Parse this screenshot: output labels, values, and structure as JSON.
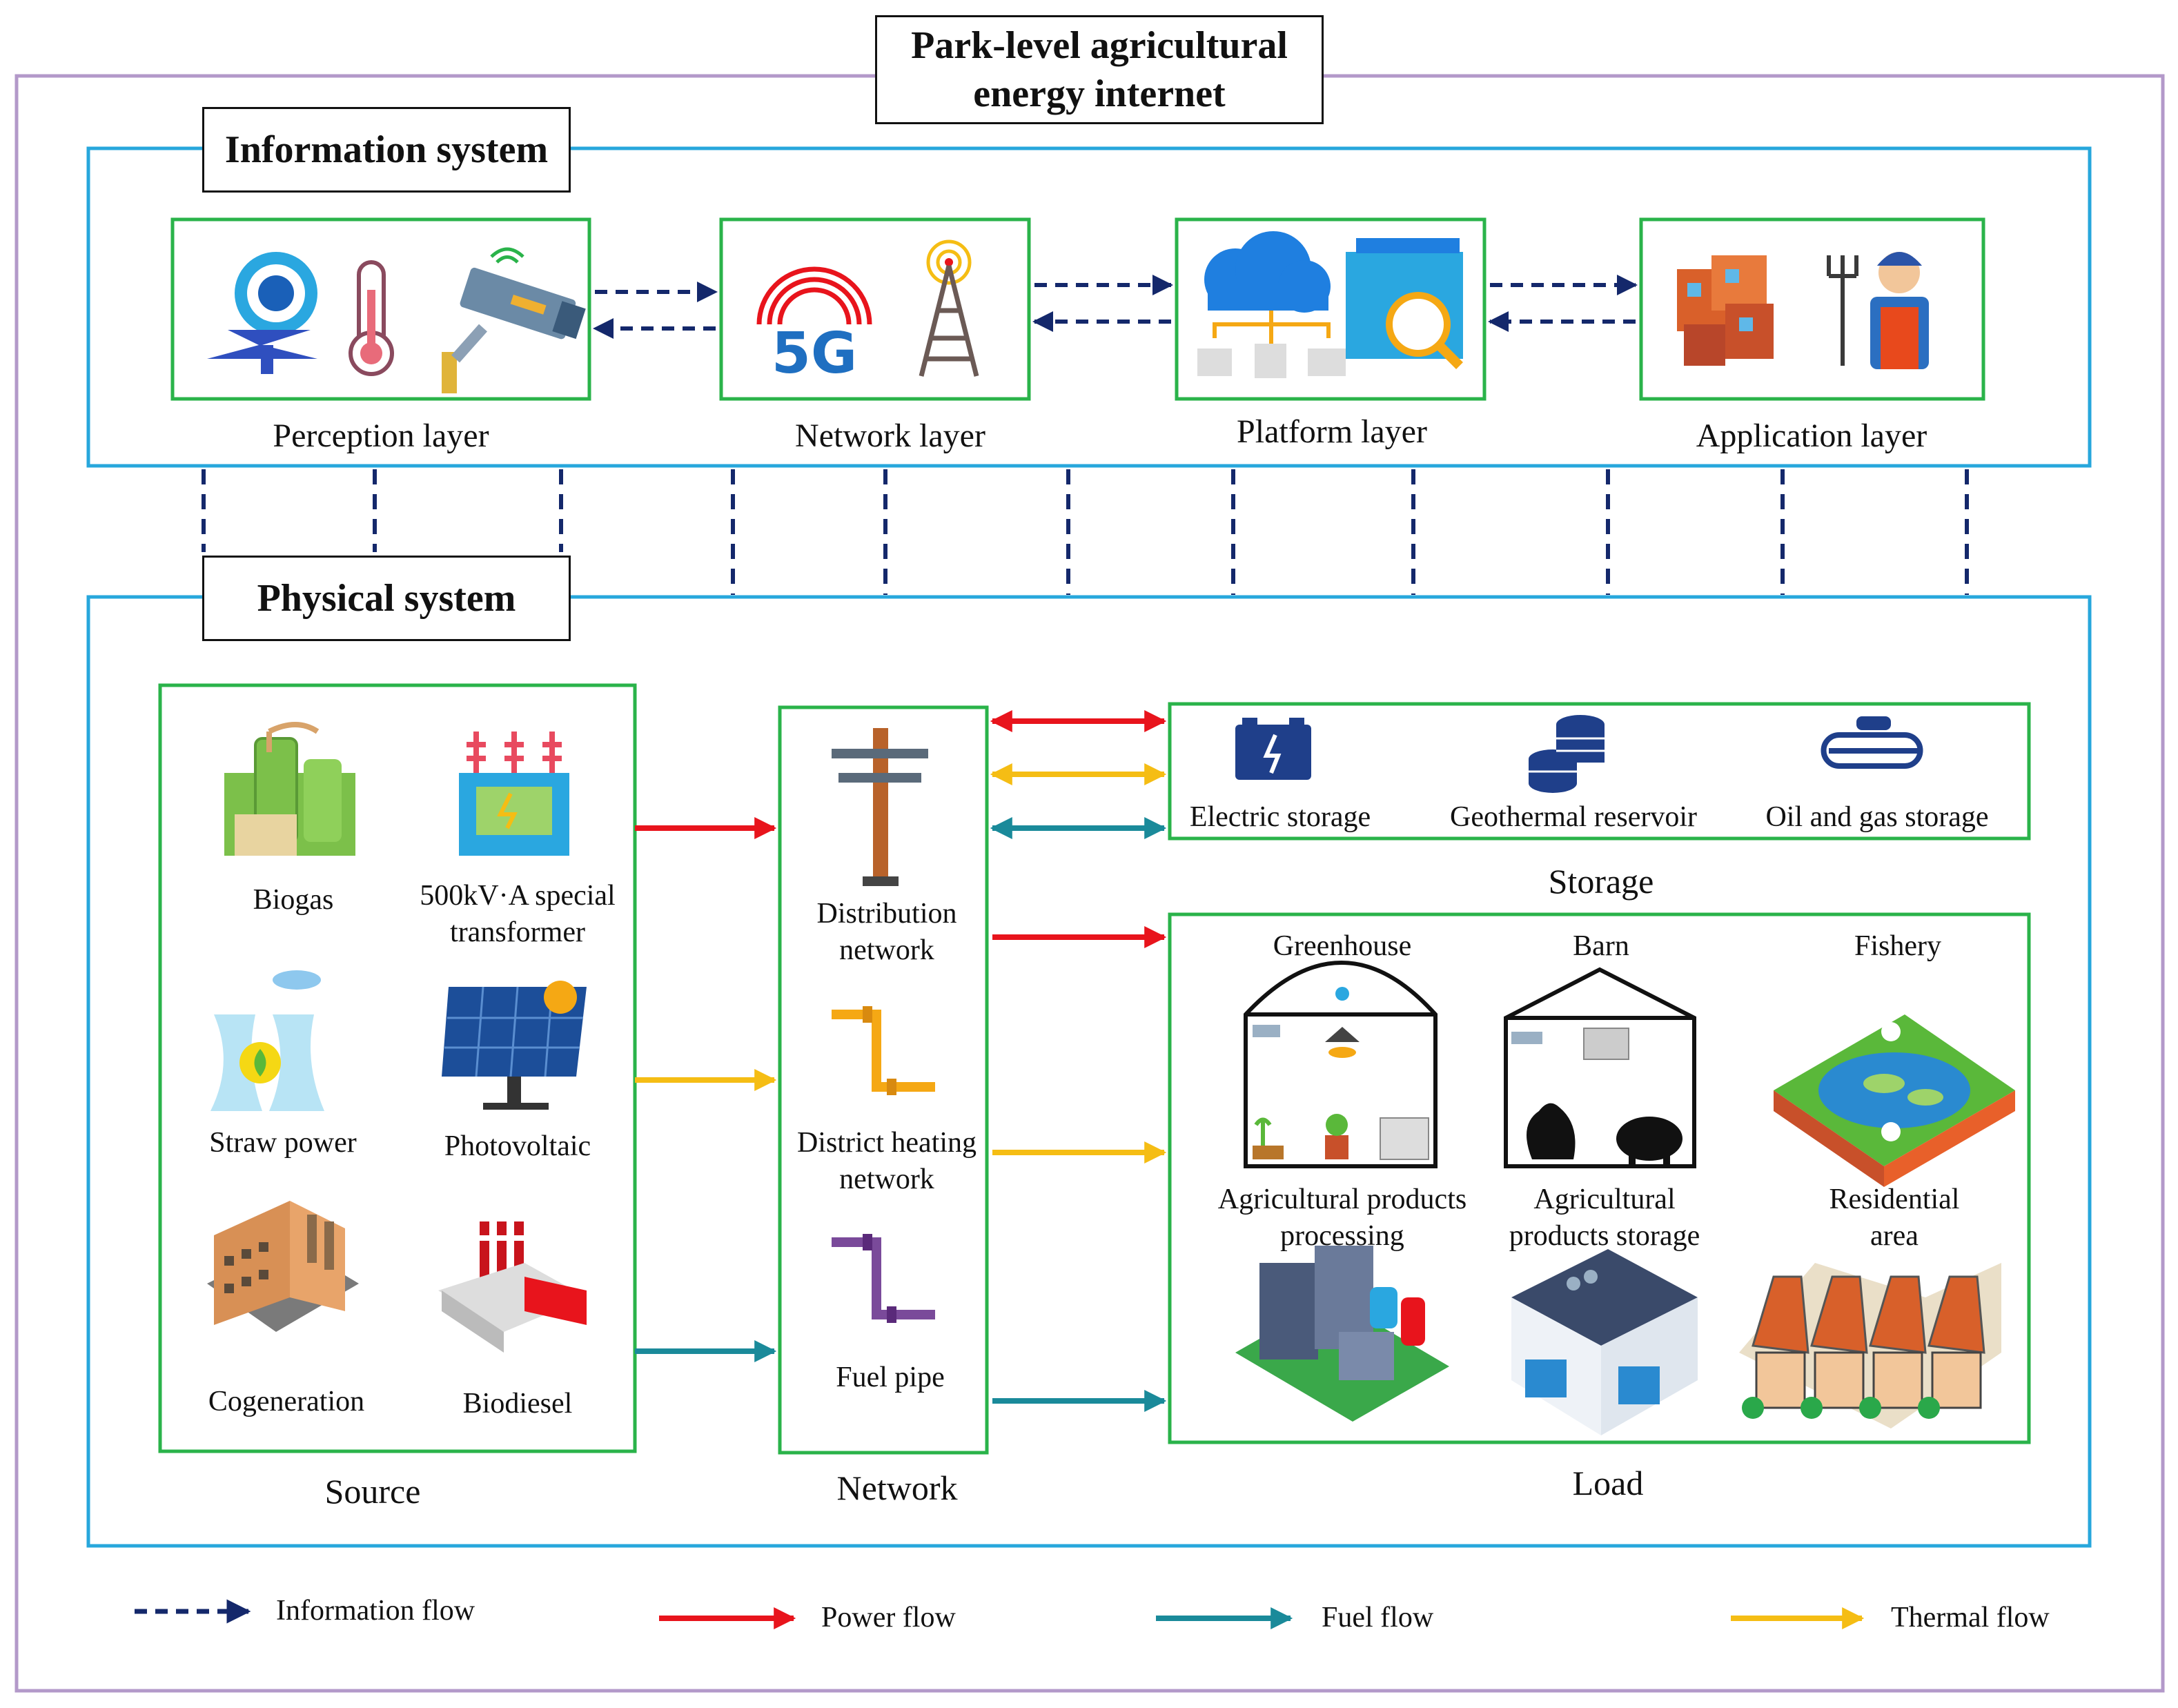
{
  "title": "Park-level agricultural energy internet",
  "information_system": {
    "title": "Information system",
    "layers": [
      {
        "label": "Perception layer"
      },
      {
        "label": "Network layer"
      },
      {
        "label": "Platform layer"
      },
      {
        "label": "Application layer"
      }
    ]
  },
  "physical_system": {
    "title": "Physical system",
    "source": {
      "title": "Source",
      "items": [
        "Biogas",
        "500kV·A special transformer",
        "Straw power",
        "Photovoltaic",
        "Cogeneration",
        "Biodiesel"
      ]
    },
    "network": {
      "title": "Network",
      "items": [
        "Distribution network",
        "District heating network",
        "Fuel pipe"
      ]
    },
    "storage": {
      "title": "Storage",
      "items": [
        "Electric storage",
        "Geothermal reservoir",
        "Oil and gas storage"
      ]
    },
    "load": {
      "title": "Load",
      "items": [
        "Greenhouse",
        "Barn",
        "Fishery",
        "Agricultural products processing",
        "Agricultural products storage",
        "Residential area"
      ]
    }
  },
  "legend": [
    {
      "label": "Information flow",
      "color": "#14286b",
      "style": "dashed"
    },
    {
      "label": "Power flow",
      "color": "#e8141c",
      "style": "solid"
    },
    {
      "label": "Fuel flow",
      "color": "#1a8a9a",
      "style": "solid"
    },
    {
      "label": "Thermal flow",
      "color": "#f5bd14",
      "style": "solid"
    }
  ],
  "colors": {
    "outer_border": "#b399c9",
    "system_border": "#27a7dc",
    "module_border": "#2ab34a",
    "info_flow": "#14286b",
    "power": "#e8141c",
    "thermal": "#f5bd14",
    "fuel": "#1a8a9a"
  },
  "icons": {
    "perception": [
      "sensor-icon",
      "thermometer-icon",
      "camera-icon"
    ],
    "network": [
      "5g-icon",
      "antenna-tower-icon"
    ],
    "platform": [
      "cloud-server-icon",
      "data-analysis-icon"
    ],
    "application": [
      "building-icon",
      "farmer-icon"
    ]
  }
}
